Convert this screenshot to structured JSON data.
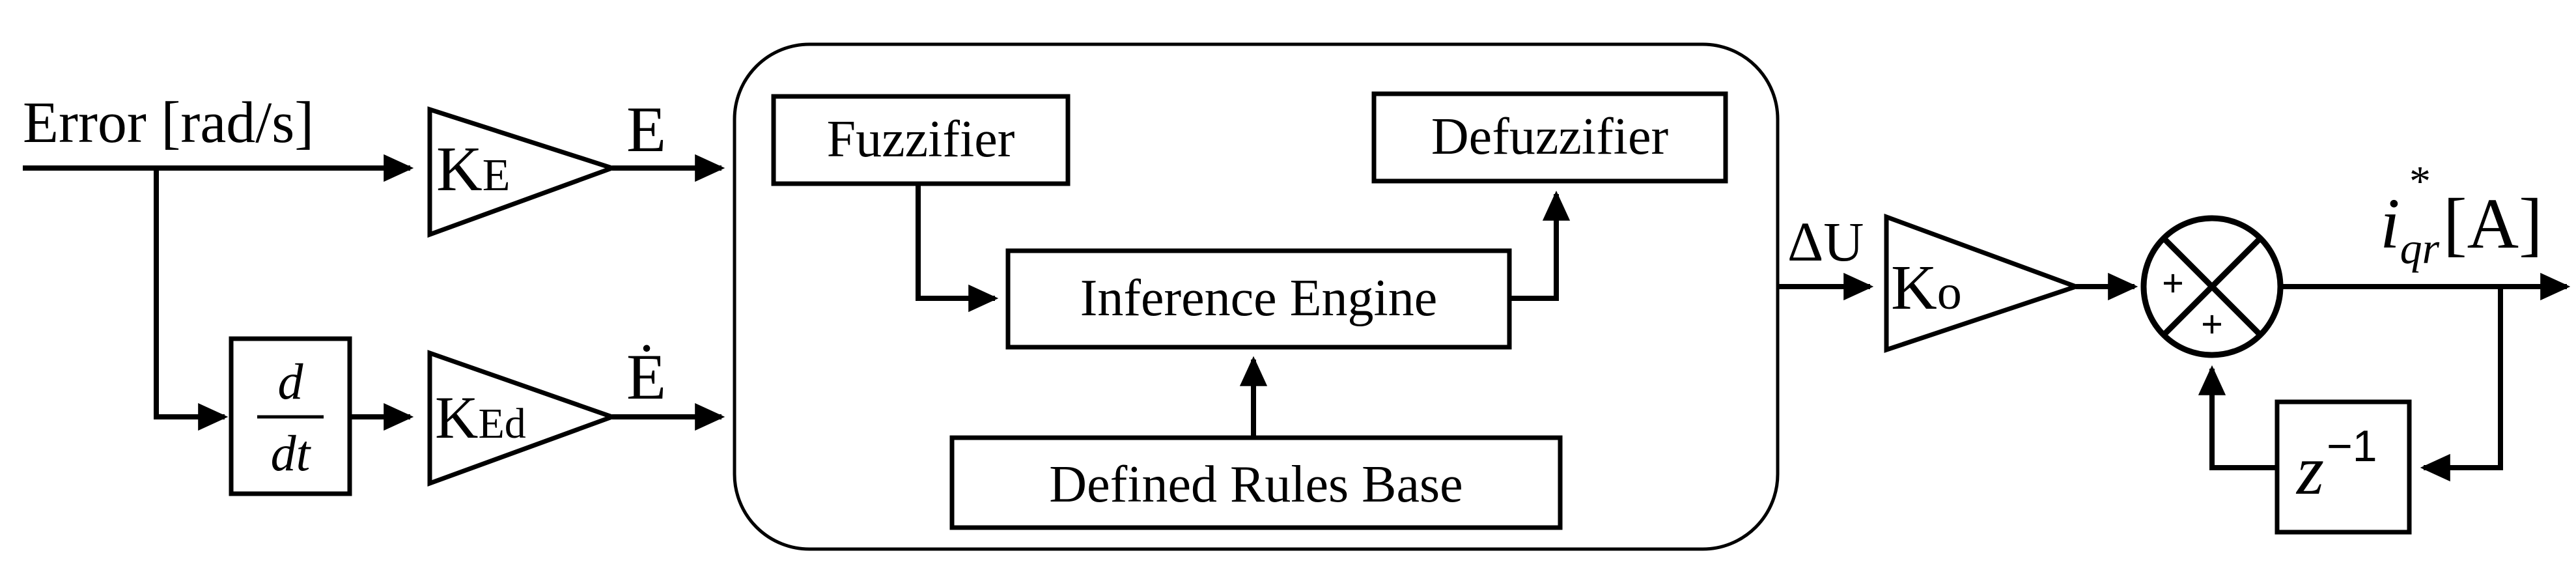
{
  "input": {
    "label": "Error [rad/s]"
  },
  "gains": {
    "ke": {
      "main": "K",
      "sub": "E"
    },
    "ked": {
      "main": "K",
      "sub": "Ed"
    },
    "ko": {
      "main": "K",
      "sub": "o"
    }
  },
  "derivative": {
    "numerator": "d",
    "denominator": "dt"
  },
  "signals": {
    "e": "E",
    "e_dot": "Ė",
    "delta_u": "ΔU"
  },
  "fuzzy": {
    "fuzzifier": "Fuzzifier",
    "defuzzifier": "Defuzzifier",
    "inference": "Inference Engine",
    "rules": "Defined Rules Base"
  },
  "summer": {
    "sign_top": "+",
    "sign_bottom": "+"
  },
  "delay": {
    "base": "z",
    "exponent": "−1"
  },
  "output": {
    "symbol": "i",
    "superscript": "*",
    "subscript": "qr",
    "unit": "[A]"
  }
}
